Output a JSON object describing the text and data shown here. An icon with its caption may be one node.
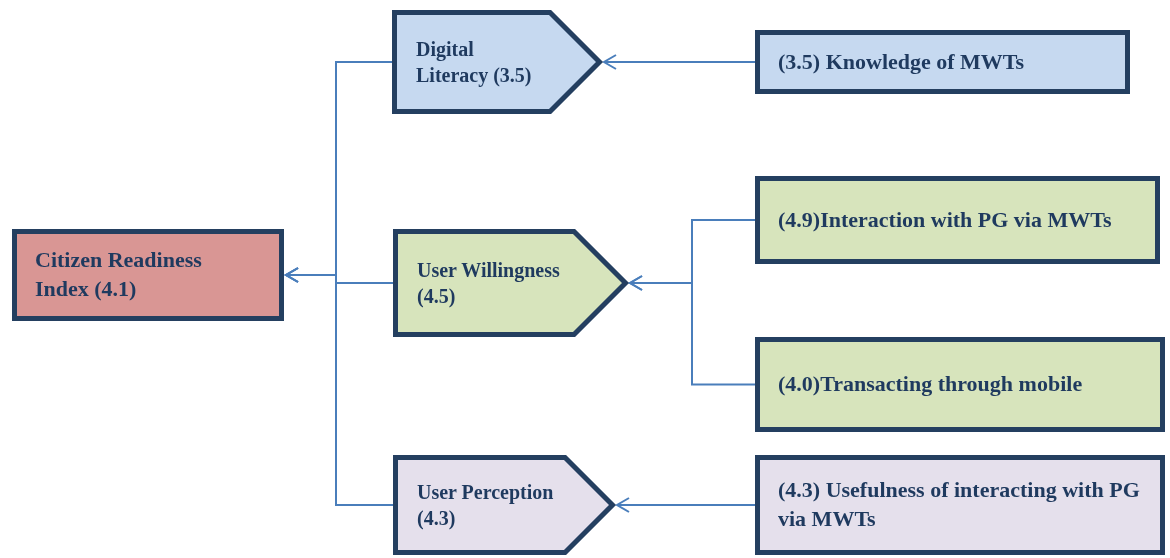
{
  "diagram": {
    "nodes": [
      {
        "text": [
          "Citizen Readiness Index (4.1)"
        ]
      },
      {
        "text": [
          "Digital Literacy (3.5)"
        ]
      },
      {
        "text": [
          "(3.5) Knowledge of MWTs"
        ]
      },
      {
        "text": [
          "User Willingness (4.5)"
        ]
      },
      {
        "text": [
          "(4.9)Interaction with PG via MWTs"
        ]
      },
      {
        "text": [
          "(4.0)Transacting through mobile"
        ]
      },
      {
        "text": [
          "User Perception (4.3)"
        ]
      },
      {
        "text": [
          "(4.3) Usefulness of interacting with PG via MWTs"
        ]
      }
    ],
    "edges": [
      {
        "from": 1,
        "to": 0,
        "arrow": "to"
      },
      {
        "from": 3,
        "to": 0,
        "arrow": "to"
      },
      {
        "from": 6,
        "to": 0,
        "arrow": "to"
      },
      {
        "from": 2,
        "to": 1,
        "arrow": "to"
      },
      {
        "from": 4,
        "to": 3,
        "arrow": "to"
      },
      {
        "from": 5,
        "to": 3,
        "arrow": "to"
      },
      {
        "from": 7,
        "to": 6,
        "arrow": "to"
      }
    ]
  }
}
